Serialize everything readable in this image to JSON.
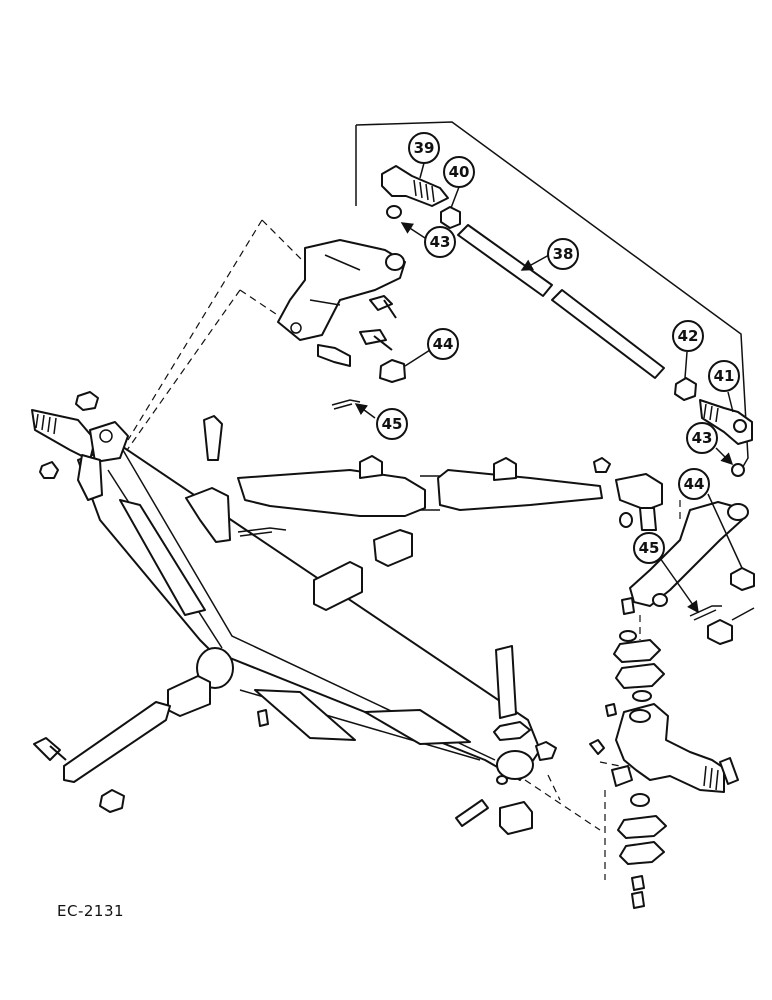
{
  "diagram": {
    "reference_code": "EC-2131",
    "callouts": [
      "39",
      "40",
      "43",
      "38",
      "44",
      "45",
      "42",
      "41",
      "43",
      "44",
      "45"
    ]
  }
}
